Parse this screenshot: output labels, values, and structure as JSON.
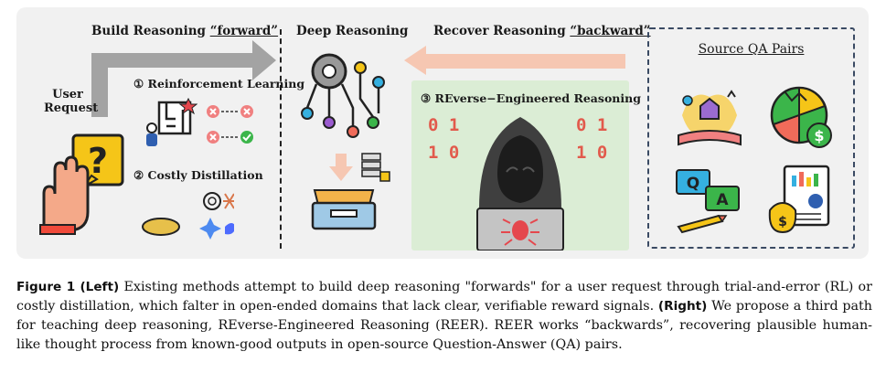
{
  "figure": {
    "build_heading_prefix": "Build Reasoning ",
    "build_heading_em": "“forward”",
    "deep_heading": "Deep Reasoning",
    "recover_heading_prefix": "Recover Reasoning ",
    "recover_heading_em": "“backward”",
    "user_request_line1": "User",
    "user_request_line2": "Request",
    "rl_label": "① Reinforcement Learning",
    "distill_label": "② Costly Distillation",
    "reer_label": "③ REverse−Engineered Reasoning",
    "binary_left_top": "0 1",
    "binary_left_mid": "1 0",
    "binary_right_top": "0 1",
    "binary_right_mid": "1 0",
    "qa_title": "Source QA Pairs",
    "q_letter": "Q",
    "a_letter": "A",
    "dollar": "$"
  },
  "caption": {
    "label_fig": "Figure 1",
    "label_left": "(Left)",
    "text_left": " Existing methods attempt to build deep reasoning \"forwards\" for a user request through trial-and-error (RL) or costly distillation, which falter in open-ended domains that lack clear, verifiable reward signals. ",
    "label_right": "(Right)",
    "text_right": " We propose a third path for teaching deep reasoning, REverse-Engineered Reasoning (REER). REER works “backwards”, recovering plausible human-like thought process from known-good outputs in open-source Question-Answer (QA) pairs."
  },
  "colors": {
    "panel_bg": "#f1f1f1",
    "reer_panel": "#dbedd5",
    "forward_arrow": "#a3a3a3",
    "backward_arrow": "#f6c7b2",
    "qa_border": "#3a4a63"
  }
}
